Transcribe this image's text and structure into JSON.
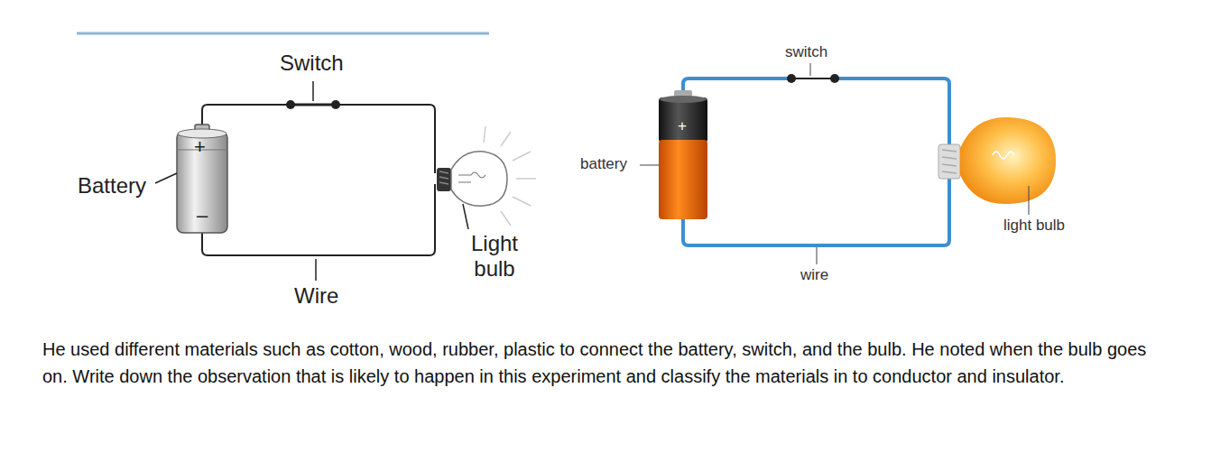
{
  "diagram": {
    "labels": [
      "Switch",
      "+",
      "–",
      "Battery",
      "Light bulb",
      "Wire",
      "switch",
      "battery",
      "+",
      "light bulb",
      "wire",
      "He used different materials such as cotton, wood, rubber, plastic to connect the battery, switch, and the bulb. He noted when the bulb goes on. Write down the observation that is likely to happen in this experiment and classify the materials in to conductor and insulator."
    ]
  }
}
